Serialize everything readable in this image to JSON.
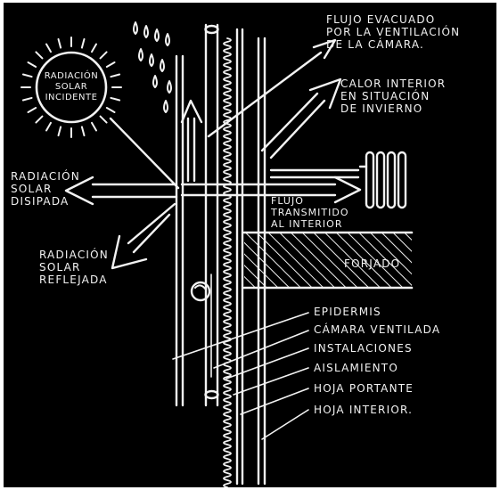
{
  "labels": {
    "sun": "RADIACIÓN\nSOLAR\nINCIDENTE",
    "flujo_evacuado": "FLUJO EVACUADO\nPOR LA VENTILACIÓN\nDE LA CÁMARA.",
    "calor_interior": "CALOR INTERIOR\nEN SITUACIÓN\nDE INVIERNO",
    "radiacion_disipada": "RADIACIÓN\nSOLAR\nDISIPADA",
    "radiacion_reflejada": "RADIACIÓN\nSOLAR\nREFLEJADA",
    "flujo_transmitido": "FLUJO\nTRANSMITIDO\nAL INTERIOR",
    "forjado": "FORJADO",
    "epidermis": "EPIDERMIS",
    "camara": "CÁMARA VENTILADA",
    "instalaciones": "INSTALACIONES",
    "aislamiento": "AISLAMIENTO",
    "hoja_portante": "HOJA PORTANTE",
    "hoja_interior": "HOJA INTERIOR."
  },
  "colors": {
    "background": "#000000",
    "ink": "#f2f2f2"
  }
}
